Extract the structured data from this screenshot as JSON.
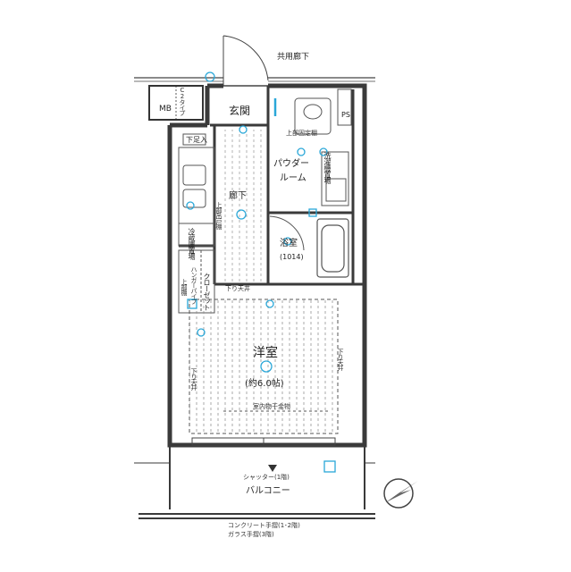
{
  "labels": {
    "common_corridor": "共用廊下",
    "entrance": "玄関",
    "shoe_box": "下足入",
    "mb": "MB",
    "c2_type": "C2タイプ",
    "ps": "PS",
    "upper_fixed_shelf": "上部固定棚",
    "laundry_space": "洗濯機置場",
    "powder_room_1": "パウダー",
    "powder_room_2": "ルーム",
    "hallway": "廊下",
    "refrigerator_space": "冷蔵庫置場",
    "upper_cabinet": "上部吊戸棚",
    "bathroom": "浴室",
    "bathroom_size": "(1014)",
    "closet": "クローゼット",
    "hanger_pipe": "ハンガーパイプ",
    "upper_shelf": "上部棚",
    "lowered_ceiling_1": "下り天井",
    "lowered_ceiling_2": "下り天井",
    "lowered_ceiling_3": "下り天井",
    "western_room": "洋室",
    "western_room_size": "(約6.0帖)",
    "indoor_drying_hanger": "室内物干金物",
    "shutter": "シャッター(1階)",
    "balcony": "バルコニー",
    "railing_line1": "コンクリート手摺(1･2階)",
    "railing_line2": "ガラス手摺(3階)"
  },
  "colors": {
    "wall": "#3a3a3a",
    "line": "#555555",
    "accent": "#2aa7d8",
    "floor": "#666666"
  }
}
